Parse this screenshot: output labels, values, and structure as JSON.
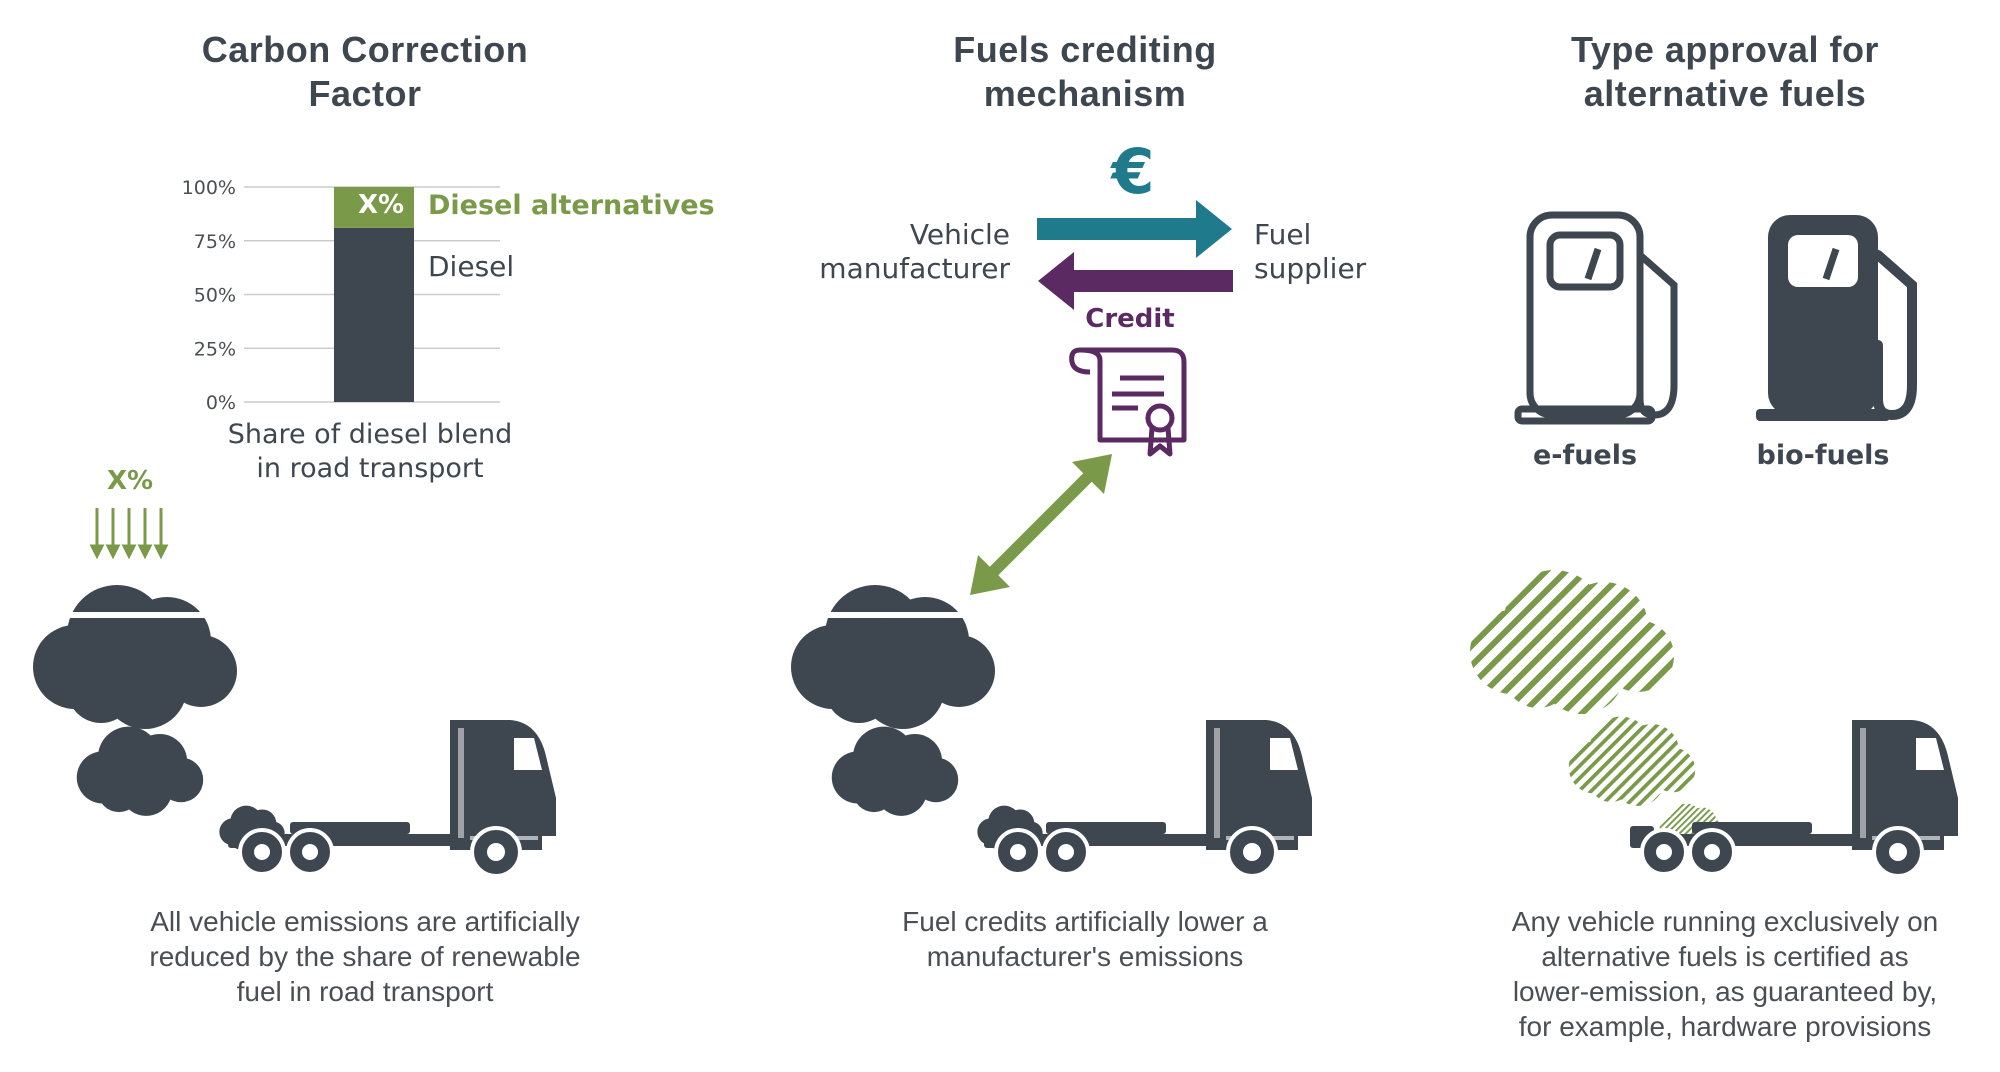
{
  "panels": [
    {
      "title_line1": "Carbon Correction",
      "title_line2": "Factor",
      "caption_line1": "All vehicle emissions are artificially",
      "caption_line2": "reduced by the share of renewable",
      "caption_line3": "fuel in road transport"
    },
    {
      "title_line1": "Fuels crediting",
      "title_line2": "mechanism",
      "caption_line1": "Fuel credits artificially lower a",
      "caption_line2": "manufacturer's emissions"
    },
    {
      "title_line1": "Type approval for",
      "title_line2": "alternative fuels",
      "caption_line1": "Any vehicle running exclusively on",
      "caption_line2": "alternative fuels is certified as",
      "caption_line3": "lower-emission, as guaranteed by,",
      "caption_line4": "for example, hardware provisions"
    }
  ],
  "chart_data": {
    "type": "bar",
    "categories": [
      "Share of diesel blend in road transport"
    ],
    "series": [
      {
        "name": "Diesel",
        "values": [
          81
        ]
      },
      {
        "name": "Diesel alternatives",
        "values": [
          19
        ]
      }
    ],
    "stacked": true,
    "ylim": [
      0,
      100
    ],
    "yticks": [
      "0%",
      "25%",
      "50%",
      "75%",
      "100%"
    ],
    "xlabel_line1": "Share of diesel blend",
    "xlabel_line2": "in road transport",
    "bar_label": "X%",
    "legend_alt": "Diesel alternatives",
    "legend_diesel": "Diesel",
    "colors": {
      "diesel": "#3e4750",
      "alternatives": "#7a9a4a"
    }
  },
  "cloud_label": "X%",
  "crediting": {
    "currency_symbol": "€",
    "left_line1": "Vehicle",
    "left_line2": "manufacturer",
    "right_line1": "Fuel",
    "right_line2": "supplier",
    "credit_label": "Credit"
  },
  "pumps": {
    "left_label": "e-fuels",
    "right_label": "bio-fuels"
  },
  "colors": {
    "dark": "#3e4750",
    "green": "#7a9a4a",
    "teal": "#1f7a8c",
    "purple": "#5b2a63"
  }
}
